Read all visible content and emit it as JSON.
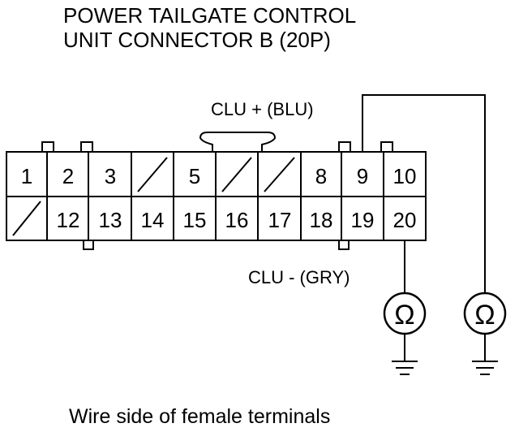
{
  "title": {
    "line1": "POWER TAILGATE CONTROL",
    "line2": "UNIT CONNECTOR B (20P)"
  },
  "connector": {
    "top_row": [
      "1",
      "2",
      "3",
      "",
      "5",
      "",
      "",
      "8",
      "9",
      "10"
    ],
    "bottom_row": [
      "",
      "12",
      "13",
      "14",
      "15",
      "16",
      "17",
      "18",
      "19",
      "20"
    ]
  },
  "labels": {
    "clu_plus": "CLU +  (BLU)",
    "clu_minus": "CLU -   (GRY)",
    "ohm_symbol": "Ω"
  },
  "caption": "Wire side of female terminals",
  "icons": {
    "meter": "ohmmeter-icon",
    "ground": "ground-icon"
  }
}
